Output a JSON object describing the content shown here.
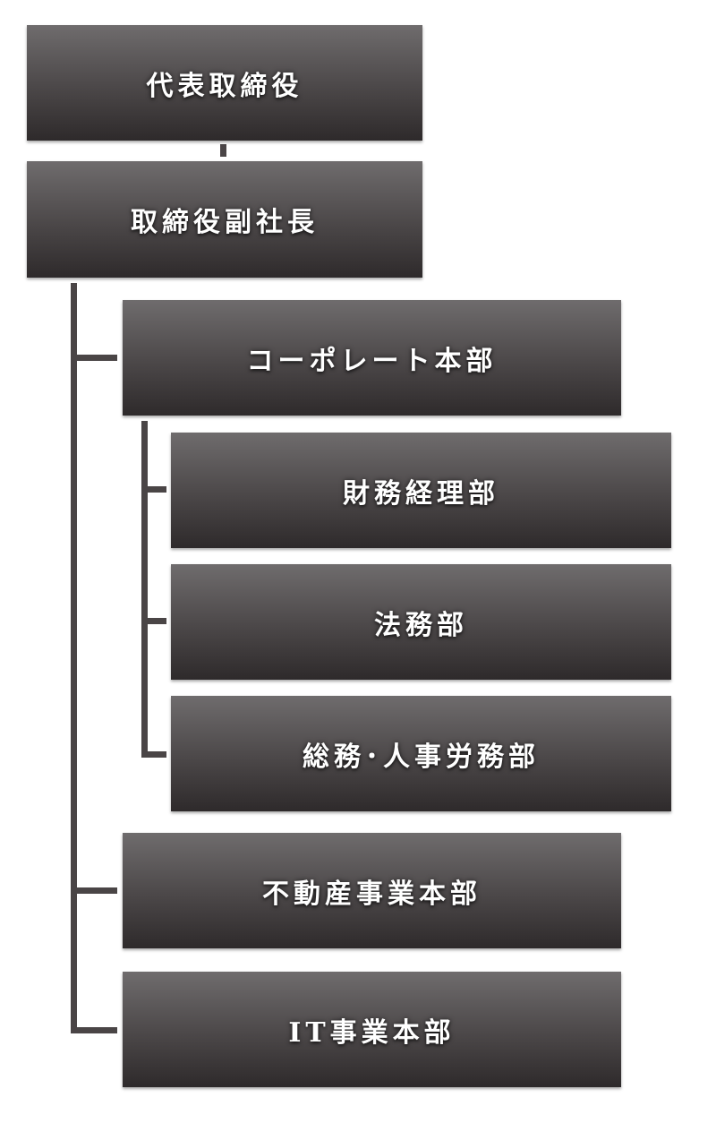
{
  "org_chart": {
    "ceo": "代表取締役",
    "vice_president": "取締役副社長",
    "corporate_division": {
      "label": "コーポレート本部",
      "departments": [
        "財務経理部",
        "法務部",
        "総務･人事労務部"
      ]
    },
    "real_estate_division": "不動産事業本部",
    "it_division": "IT事業本部"
  }
}
